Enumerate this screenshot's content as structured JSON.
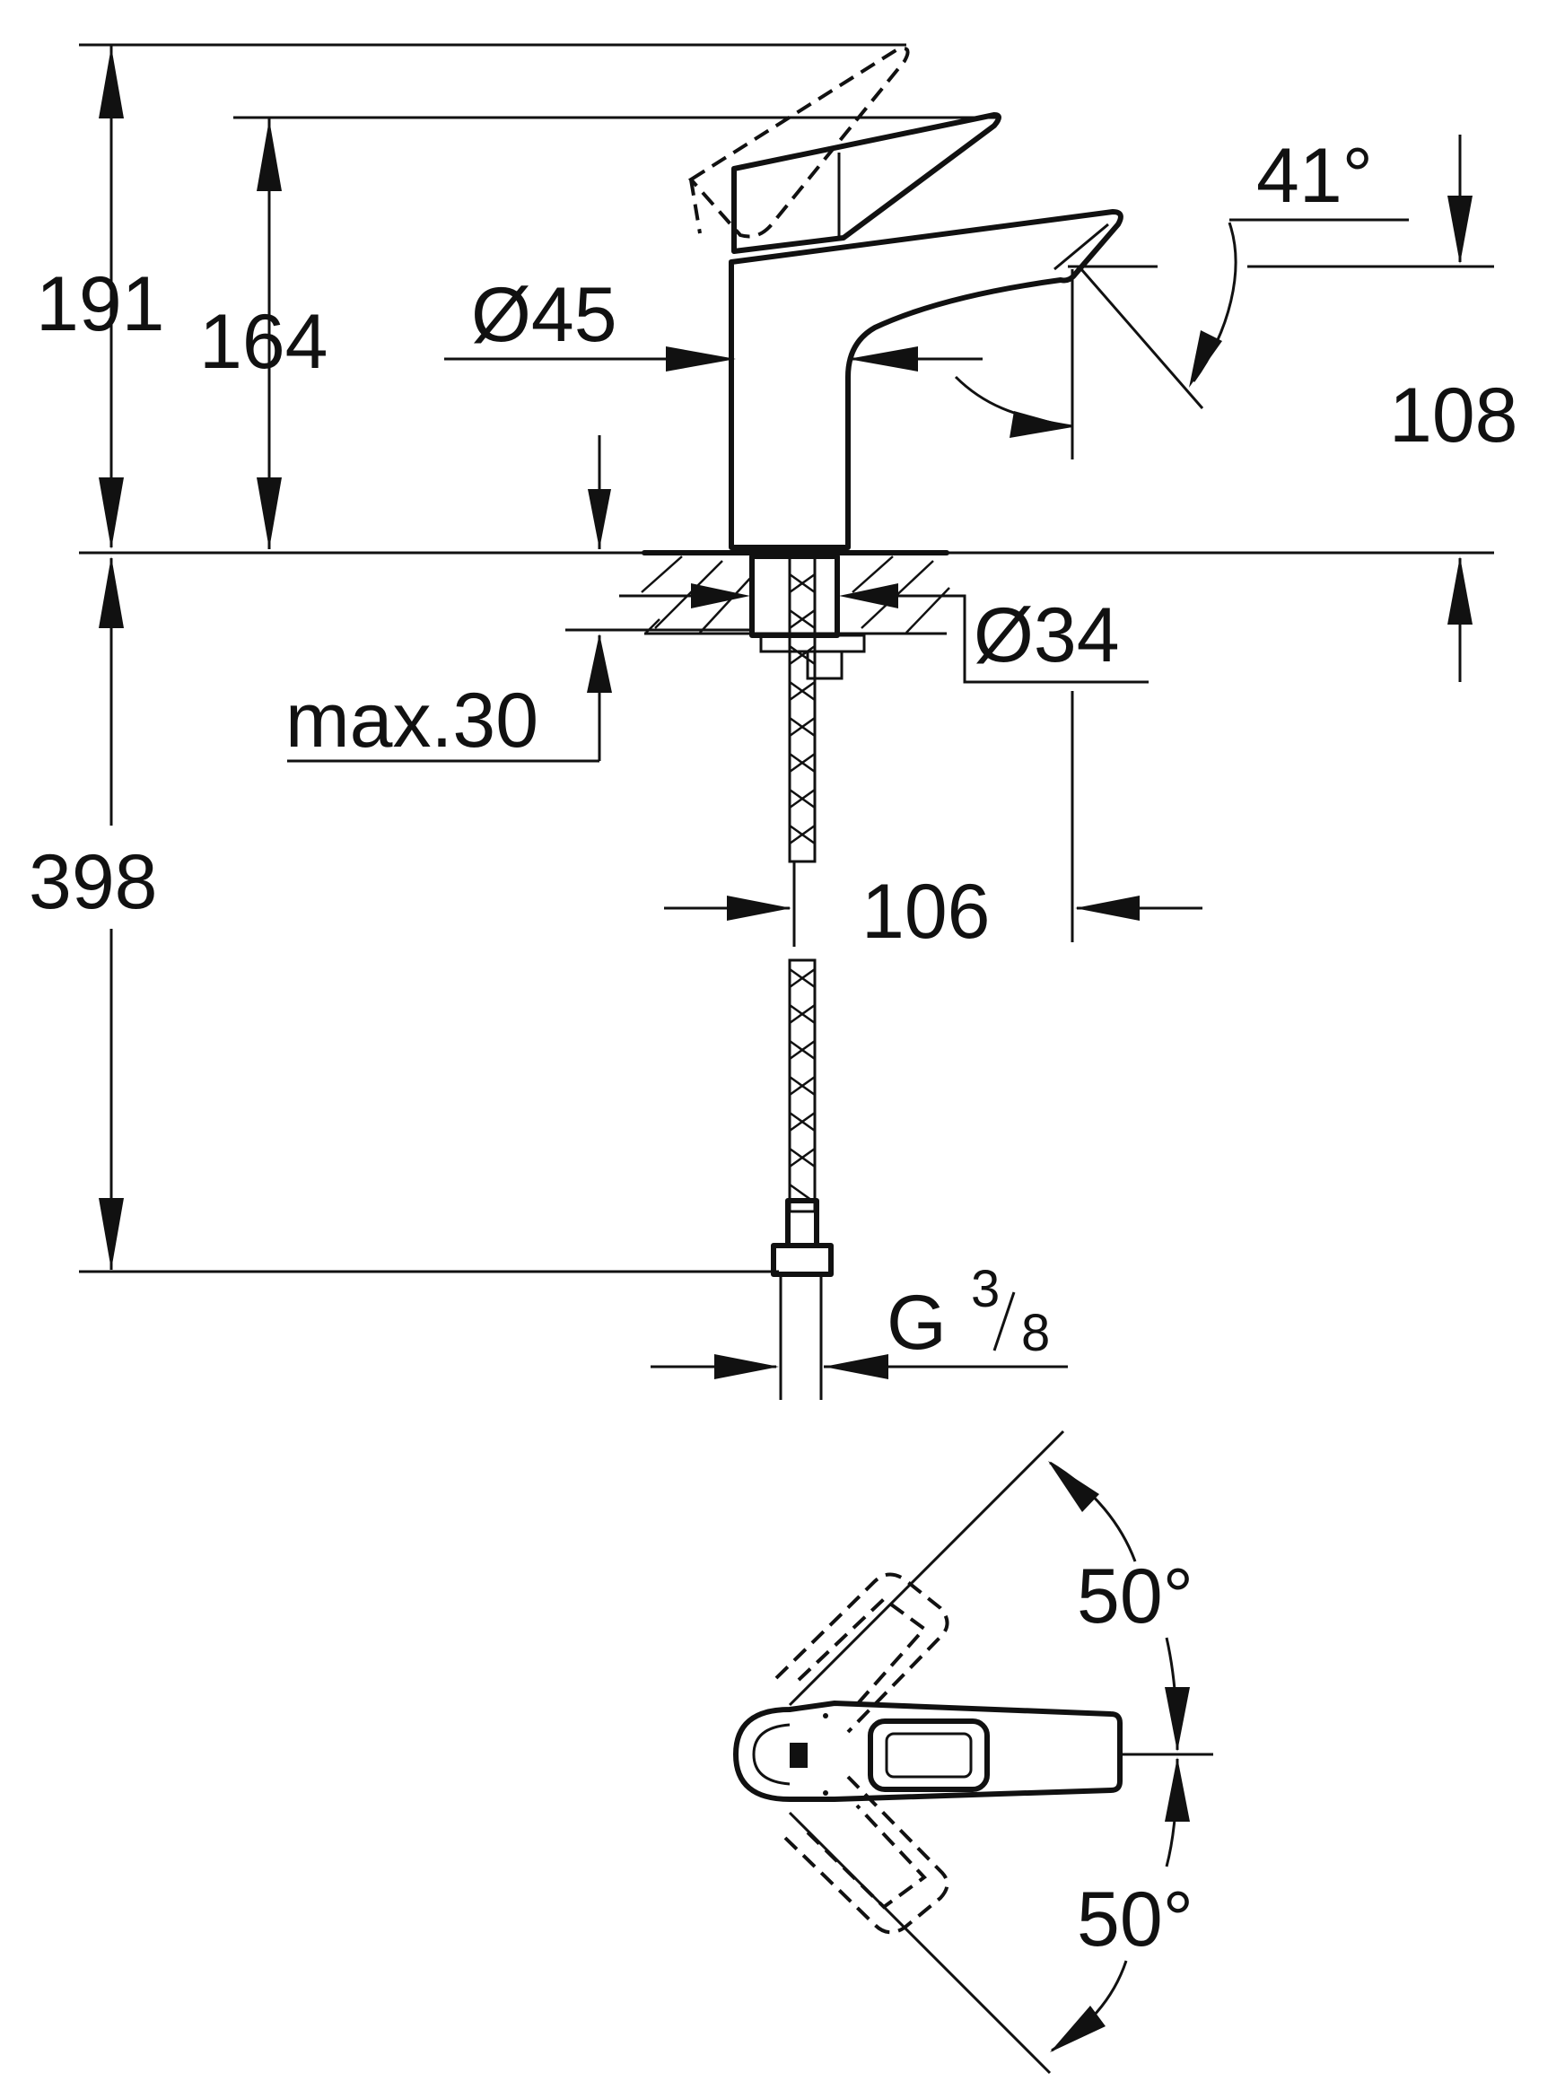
{
  "labels": {
    "h_191": "191",
    "h_164": "164",
    "d_45": "Ø45",
    "angle_41": "41°",
    "h_108": "108",
    "d_34": "Ø34",
    "max_30": "max.30",
    "h_398": "398",
    "w_106": "106",
    "thread_g": "G",
    "thread_num": "3",
    "thread_den": "8",
    "angle_top": "50°",
    "angle_bottom": "50°"
  }
}
